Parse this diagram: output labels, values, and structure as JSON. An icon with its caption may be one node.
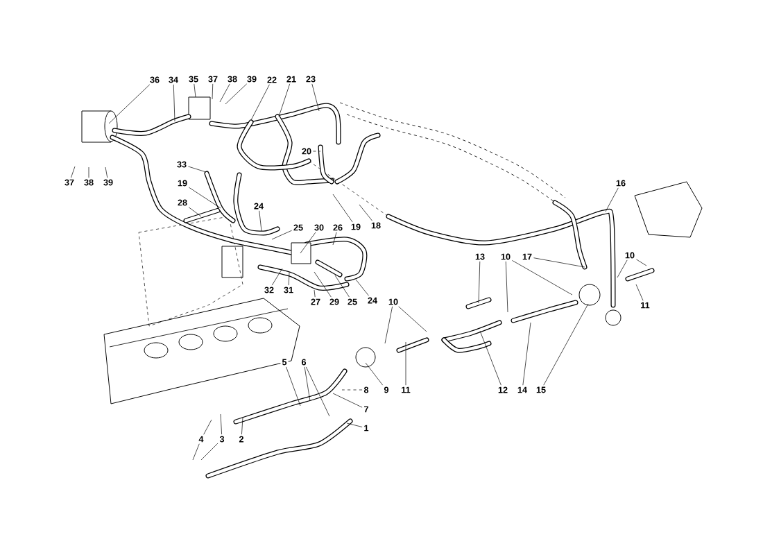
{
  "diagram": {
    "nodes": [
      {
        "text": [
          "36"
        ]
      },
      {
        "text": [
          "34"
        ]
      },
      {
        "text": [
          "35"
        ]
      },
      {
        "text": [
          "37"
        ]
      },
      {
        "text": [
          "38"
        ]
      },
      {
        "text": [
          "39"
        ]
      },
      {
        "text": [
          "22"
        ]
      },
      {
        "text": [
          "21"
        ]
      },
      {
        "text": [
          "23"
        ]
      },
      {
        "text": [
          "16"
        ]
      },
      {
        "text": [
          "20"
        ]
      },
      {
        "text": [
          "33"
        ]
      },
      {
        "text": [
          "37"
        ]
      },
      {
        "text": [
          "38"
        ]
      },
      {
        "text": [
          "39"
        ]
      },
      {
        "text": [
          "19"
        ]
      },
      {
        "text": [
          "28"
        ]
      },
      {
        "text": [
          "24"
        ]
      },
      {
        "text": [
          "18"
        ]
      },
      {
        "text": [
          "19"
        ]
      },
      {
        "text": [
          "25"
        ]
      },
      {
        "text": [
          "30"
        ]
      },
      {
        "text": [
          "26"
        ]
      },
      {
        "text": [
          "13"
        ]
      },
      {
        "text": [
          "10"
        ]
      },
      {
        "text": [
          "17"
        ]
      },
      {
        "text": [
          "10"
        ]
      },
      {
        "text": [
          "32"
        ]
      },
      {
        "text": [
          "31"
        ]
      },
      {
        "text": [
          "10"
        ]
      },
      {
        "text": [
          "27"
        ]
      },
      {
        "text": [
          "29"
        ]
      },
      {
        "text": [
          "25"
        ]
      },
      {
        "text": [
          "24"
        ]
      },
      {
        "text": [
          "11"
        ]
      },
      {
        "text": [
          "5"
        ]
      },
      {
        "text": [
          "6"
        ]
      },
      {
        "text": [
          "8"
        ]
      },
      {
        "text": [
          "9"
        ]
      },
      {
        "text": [
          "11"
        ]
      },
      {
        "text": [
          "12"
        ]
      },
      {
        "text": [
          "14"
        ]
      },
      {
        "text": [
          "15"
        ]
      },
      {
        "text": [
          "7"
        ]
      },
      {
        "text": [
          "1"
        ]
      },
      {
        "text": [
          "4"
        ]
      },
      {
        "text": [
          "3"
        ]
      },
      {
        "text": [
          "2"
        ]
      }
    ],
    "edges": [
      {
        "from": 0,
        "to": null,
        "arrow": "none"
      },
      {
        "from": 1,
        "to": null,
        "arrow": "none"
      },
      {
        "from": 2,
        "to": null,
        "arrow": "none"
      },
      {
        "from": 3,
        "to": null,
        "arrow": "none"
      },
      {
        "from": 4,
        "to": null,
        "arrow": "none"
      },
      {
        "from": 5,
        "to": null,
        "arrow": "none"
      },
      {
        "from": 6,
        "to": null,
        "arrow": "none"
      },
      {
        "from": 7,
        "to": null,
        "arrow": "none"
      },
      {
        "from": 8,
        "to": null,
        "arrow": "none"
      },
      {
        "from": 9,
        "to": null,
        "arrow": "none"
      },
      {
        "from": 10,
        "to": null,
        "arrow": "none",
        "style": "dashed"
      },
      {
        "from": 11,
        "to": null,
        "arrow": "none"
      },
      {
        "from": 12,
        "to": null,
        "arrow": "none"
      },
      {
        "from": 13,
        "to": null,
        "arrow": "none"
      },
      {
        "from": 14,
        "to": null,
        "arrow": "none"
      },
      {
        "from": 15,
        "to": null,
        "arrow": "none"
      },
      {
        "from": 16,
        "to": null,
        "arrow": "none"
      },
      {
        "from": 17,
        "to": null,
        "arrow": "none"
      },
      {
        "from": 18,
        "to": null,
        "arrow": "none"
      },
      {
        "from": 19,
        "to": null,
        "arrow": "none"
      },
      {
        "from": 20,
        "to": null,
        "arrow": "none"
      },
      {
        "from": 21,
        "to": null,
        "arrow": "none"
      },
      {
        "from": 22,
        "to": null,
        "arrow": "none"
      },
      {
        "from": 23,
        "to": null,
        "arrow": "none"
      },
      {
        "from": 24,
        "to": null,
        "arrow": "none"
      },
      {
        "from": 24,
        "to": null,
        "arrow": "none"
      },
      {
        "from": 25,
        "to": null,
        "arrow": "none"
      },
      {
        "from": 26,
        "to": null,
        "arrow": "none"
      },
      {
        "from": 26,
        "to": null,
        "arrow": "none"
      },
      {
        "from": 27,
        "to": null,
        "arrow": "none"
      },
      {
        "from": 28,
        "to": null,
        "arrow": "none"
      },
      {
        "from": 29,
        "to": null,
        "arrow": "none"
      },
      {
        "from": 29,
        "to": null,
        "arrow": "none"
      },
      {
        "from": 30,
        "to": null,
        "arrow": "none"
      },
      {
        "from": 31,
        "to": null,
        "arrow": "none"
      },
      {
        "from": 32,
        "to": null,
        "arrow": "none"
      },
      {
        "from": 33,
        "to": null,
        "arrow": "none"
      },
      {
        "from": 34,
        "to": null,
        "arrow": "none"
      },
      {
        "from": 35,
        "to": null,
        "arrow": "none"
      },
      {
        "from": 36,
        "to": null,
        "arrow": "none"
      },
      {
        "from": 36,
        "to": null,
        "arrow": "none"
      },
      {
        "from": 37,
        "to": null,
        "arrow": "none",
        "style": "dashed"
      },
      {
        "from": 38,
        "to": null,
        "arrow": "none"
      },
      {
        "from": 39,
        "to": null,
        "arrow": "none"
      },
      {
        "from": 40,
        "to": null,
        "arrow": "none"
      },
      {
        "from": 41,
        "to": null,
        "arrow": "none"
      },
      {
        "from": 42,
        "to": null,
        "arrow": "none"
      },
      {
        "from": 43,
        "to": null,
        "arrow": "none"
      },
      {
        "from": 44,
        "to": null,
        "arrow": "none"
      },
      {
        "from": 45,
        "to": null,
        "arrow": "none"
      },
      {
        "from": 45,
        "to": null,
        "arrow": "none"
      },
      {
        "from": 46,
        "to": null,
        "arrow": "none"
      },
      {
        "from": 46,
        "to": null,
        "arrow": "none"
      },
      {
        "from": 47,
        "to": null,
        "arrow": "none"
      }
    ]
  }
}
